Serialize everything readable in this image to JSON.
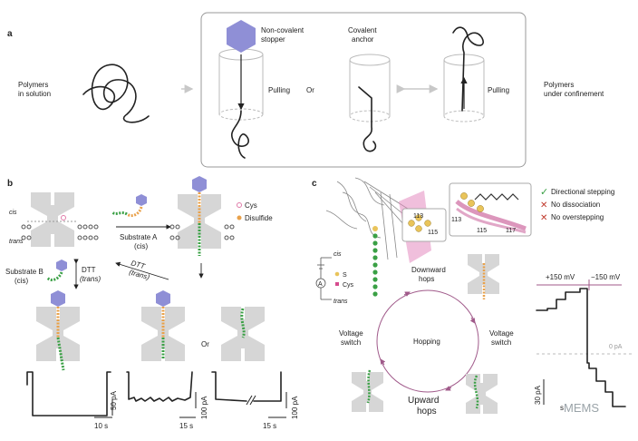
{
  "panel_a": {
    "label": "a",
    "polymers_in_solution": [
      "Polymers",
      "in solution"
    ],
    "stopper": [
      "Non-covalent",
      "stopper"
    ],
    "anchor": [
      "Covalent",
      "anchor"
    ],
    "pulling": "Pulling",
    "or": "Or",
    "polymers_under_confinement": [
      "Polymers",
      "under confinement"
    ]
  },
  "panel_b": {
    "label": "b",
    "cis": "cis",
    "trans": "trans",
    "substrate_a": [
      "Substrate A",
      "(cis)"
    ],
    "substrate_b": [
      "Substrate B",
      "(cis)"
    ],
    "dtt_left": [
      "DTT",
      "(trans)"
    ],
    "dtt_diag": [
      "DTT",
      "(trans)"
    ],
    "legend": [
      "Cys",
      "Disulfide"
    ],
    "or": "Or",
    "scale_1": [
      "50 pA",
      "10 s"
    ],
    "scale_2": [
      "100 pA",
      "15 s"
    ],
    "scale_3": [
      "100 pA",
      "15 s"
    ]
  },
  "panel_c": {
    "label": "c",
    "residues_1": [
      "113",
      "115"
    ],
    "residues_2": [
      "113",
      "115",
      "117"
    ],
    "checklist": [
      {
        "mark": "✓",
        "text": "Directional stepping",
        "color": "#3aa045"
      },
      {
        "mark": "✕",
        "text": "No dissociation",
        "color": "#c0392b"
      },
      {
        "mark": "✕",
        "text": "No overstepping",
        "color": "#c0392b"
      }
    ],
    "cis": "cis",
    "trans": "trans",
    "s_label": "S",
    "cys_label": "Cys",
    "a_symbol": "A",
    "downward_hops": [
      "Downward",
      "hops"
    ],
    "upward_hops": [
      "Upward",
      "hops"
    ],
    "hopping": "Hopping",
    "voltage_switch_left": [
      "Voltage",
      "switch"
    ],
    "voltage_switch_right": [
      "Voltage",
      "switch"
    ],
    "voltage_pos": "+150 mV",
    "voltage_neg": "−150 mV",
    "zero_pa": "0 pA",
    "scale_pa": "30 pA",
    "scale_s": "s",
    "watermark": "MEMS",
    "colors": {
      "stepping_check": "#3aa045",
      "cross": "#c0392b",
      "trace_accent": "#b8528e"
    }
  }
}
